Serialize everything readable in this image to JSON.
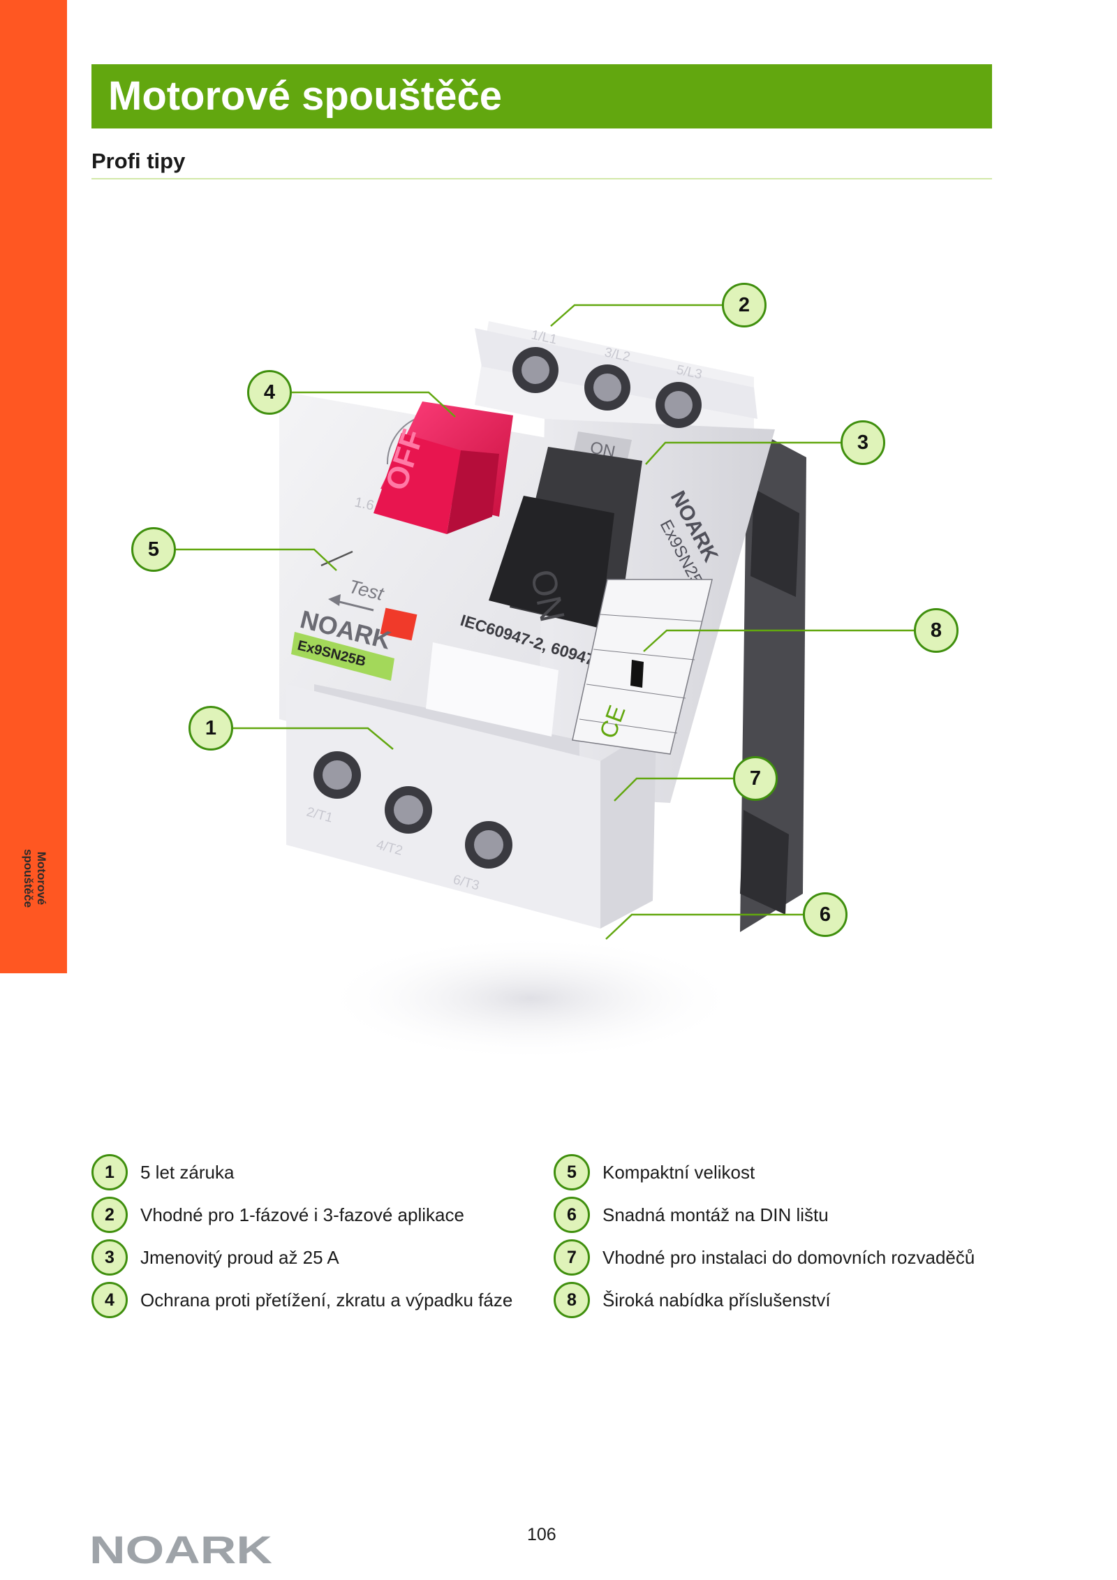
{
  "side_tab": {
    "line1": "Motorové",
    "line2": "spouštěče"
  },
  "header": {
    "title": "Motorové spouštěče",
    "subtitle": "Profi tipy"
  },
  "product_labels": {
    "terminals_top": [
      "1/L1",
      "3/L2",
      "5/L3"
    ],
    "terminals_bottom": [
      "2/T1",
      "4/T2",
      "6/T3"
    ],
    "off_button": "OFF",
    "on_button": "ON",
    "on_window": "ON",
    "test": "Test",
    "brand": "NOARK",
    "model": "Ex9SN25B",
    "side_model": "Ex9SN25",
    "standard": "IEC60947-2, 60947-4-1",
    "dial_range": "1.6  2.5",
    "ce_mark": "CE"
  },
  "callouts": [
    "1",
    "2",
    "3",
    "4",
    "5",
    "6",
    "7",
    "8"
  ],
  "features": [
    {
      "num": "1",
      "text": "5 let záruka"
    },
    {
      "num": "2",
      "text": "Vhodné pro 1-fázové i 3-fazové aplikace"
    },
    {
      "num": "3",
      "text": "Jmenovitý proud až 25 A"
    },
    {
      "num": "4",
      "text": "Ochrana proti přetížení, zkratu a výpadku fáze"
    },
    {
      "num": "5",
      "text": "Kompaktní velikost"
    },
    {
      "num": "6",
      "text": "Snadná montáž na DIN lištu"
    },
    {
      "num": "7",
      "text": "Vhodné pro instalaci do domovních rozvaděčů"
    },
    {
      "num": "8",
      "text": "Široká nabídka příslušenství"
    }
  ],
  "footer": {
    "page_number": "106",
    "logo": "NOARK"
  },
  "colors": {
    "accent_green": "#62a70f",
    "side_orange": "#ff5722",
    "badge_fill": "#dff3b9",
    "off_red": "#e8154f"
  }
}
